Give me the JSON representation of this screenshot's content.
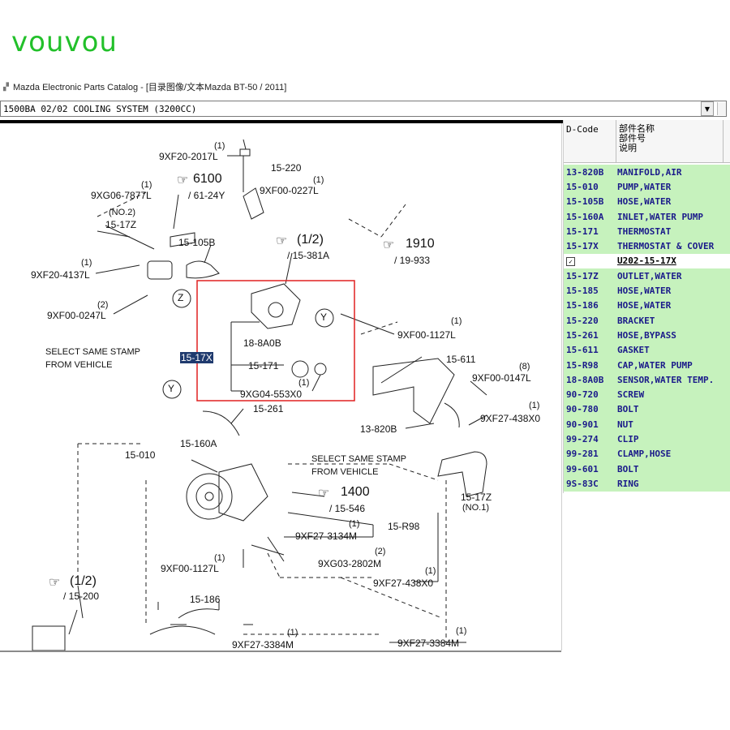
{
  "watermark": "vouvou",
  "window": {
    "title": "Mazda Electronic Parts Catalog - [目录图像/文本Mazda BT-50 / 2011]"
  },
  "selector": {
    "value": "1500BA 02/02 COOLING SYSTEM (3200CC)"
  },
  "diagram": {
    "labels": {
      "l_9xf20_2017l_q": "(1)",
      "l_9xf20_2017l": "9XF20-2017L",
      "l_15_220": "15-220",
      "l_9xf00_0227l_q": "(1)",
      "l_9xf00_0227l": "9XF00-0227L",
      "l_6100": "6100",
      "l_61_24y": "/ 61-24Y",
      "l_9xg06_7877l_q": "(1)",
      "l_9xg06_7877l": "9XG06-7877L",
      "l_no2": "(NO.2)",
      "l_15_17z_top": "15-17Z",
      "l_15_105b": "15-105B",
      "l_12_ref": "(1/2)",
      "l_15_381a": "/ 15-381A",
      "l_1910": "1910",
      "l_19_933": "/ 19-933",
      "l_9xf20_4137l_q": "(1)",
      "l_9xf20_4137l": "9XF20-4137L",
      "l_9xf00_0247l_q": "(2)",
      "l_9xf00_0247l": "9XF00-0247L",
      "l_z": "Z",
      "l_y1": "Y",
      "l_y2": "Y",
      "l_9xf00_1127l_top_q": "(1)",
      "l_9xf00_1127l_top": "9XF00-1127L",
      "l_select1a": "SELECT SAME STAMP",
      "l_select1b": "FROM VEHICLE",
      "l_18_8a0b": "18-8A0B",
      "l_15_17x": "15-17X",
      "l_15_171": "15-171",
      "l_9xg04_q": "(1)",
      "l_9xg04": "9XG04-553X0",
      "l_15_611": "15-611",
      "l_9xf00_0147l_q": "(8)",
      "l_9xf00_0147l": "9XF00-0147L",
      "l_15_261": "15-261",
      "l_9xf27_438x0_top_q": "(1)",
      "l_9xf27_438x0_top": "9XF27-438X0",
      "l_13_820b": "13-820B",
      "l_15_010": "15-010",
      "l_15_160a": "15-160A",
      "l_select2a": "SELECT SAME STAMP",
      "l_select2b": "FROM VEHICLE",
      "l_1400": "1400",
      "l_15_546": "/ 15-546",
      "l_15_17z_bot": "15-17Z",
      "l_no1": "(NO.1)",
      "l_15_r98": "15-R98",
      "l_9xf27_3134m_q": "(1)",
      "l_9xf27_3134m": "9XF27-3134M",
      "l_9xf00_1127l_bot_q": "(1)",
      "l_9xf00_1127l_bot": "9XF00-1127L",
      "l_9xg03_q": "(2)",
      "l_9xg03": "9XG03-2802M",
      "l_9xf27_438x0_bot_q": "(1)",
      "l_9xf27_438x0_bot": "9XF27-438X0",
      "l_12_ref2": "(1/2)",
      "l_15_200": "/ 15-200",
      "l_15_186": "15-186",
      "l_9xf27_3384m_a_q": "(1)",
      "l_9xf27_3384m_a": "9XF27-3384M",
      "l_9xf27_3384m_b_q": "(1)",
      "l_9xf27_3384m_b": "9XF27-3384M"
    }
  },
  "parts_list": {
    "header": {
      "dcode": "D-Code",
      "name_cn": "部件名称",
      "number_cn": "部件号",
      "desc_cn": "说明"
    },
    "rows": [
      {
        "code": "13-820B",
        "name": "MANIFOLD,AIR",
        "highlight": true
      },
      {
        "code": "15-010",
        "name": "PUMP,WATER",
        "highlight": true
      },
      {
        "code": "15-105B",
        "name": "HOSE,WATER",
        "highlight": true
      },
      {
        "code": "15-160A",
        "name": "INLET,WATER PUMP",
        "highlight": true
      },
      {
        "code": "15-171",
        "name": "THERMOSTAT",
        "highlight": true
      },
      {
        "code": "15-17X",
        "name": "THERMOSTAT & COVER",
        "highlight": true
      },
      {
        "code": "",
        "name": "U202-15-17X",
        "highlight": false,
        "selected": true
      },
      {
        "code": "15-17Z",
        "name": "OUTLET,WATER",
        "highlight": true
      },
      {
        "code": "15-185",
        "name": "HOSE,WATER",
        "highlight": true
      },
      {
        "code": "15-186",
        "name": "HOSE,WATER",
        "highlight": true
      },
      {
        "code": "15-220",
        "name": "BRACKET",
        "highlight": true
      },
      {
        "code": "15-261",
        "name": "HOSE,BYPASS",
        "highlight": true
      },
      {
        "code": "15-611",
        "name": "GASKET",
        "highlight": true
      },
      {
        "code": "15-R98",
        "name": "CAP,WATER PUMP",
        "highlight": true
      },
      {
        "code": "18-8A0B",
        "name": "SENSOR,WATER TEMP.",
        "highlight": true
      },
      {
        "code": "90-720",
        "name": "SCREW",
        "highlight": true
      },
      {
        "code": "90-780",
        "name": "BOLT",
        "highlight": true
      },
      {
        "code": "90-901",
        "name": "NUT",
        "highlight": true
      },
      {
        "code": "99-274",
        "name": "CLIP",
        "highlight": true
      },
      {
        "code": "99-281",
        "name": "CLAMP,HOSE",
        "highlight": true
      },
      {
        "code": "99-601",
        "name": "BOLT",
        "highlight": true
      },
      {
        "code": "9S-83C",
        "name": "RING",
        "highlight": true
      }
    ]
  },
  "colors": {
    "highlight_row": "#c6f2bd",
    "part_text": "#1a1a8a",
    "callout_box": "#e02020",
    "watermark": "#22c02a"
  }
}
